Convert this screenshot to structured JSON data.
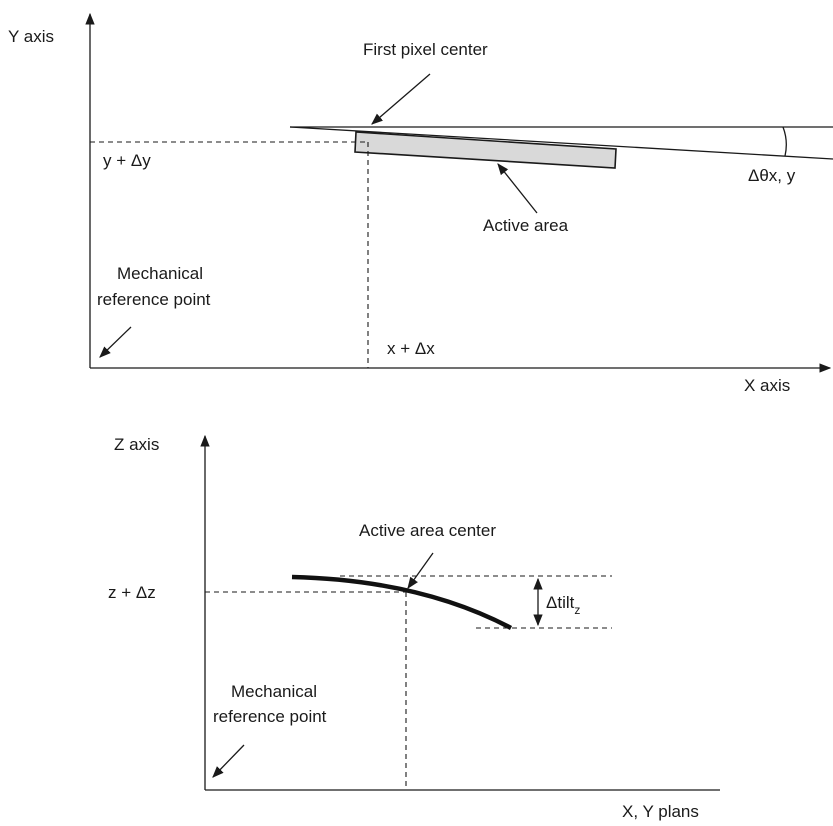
{
  "top_diagram": {
    "y_axis_label": "Y axis",
    "x_axis_label": "X axis",
    "first_pixel_label": "First pixel center",
    "y_offset_label": "y + Δy",
    "angle_label": "Δθx, y",
    "active_area_label": "Active area",
    "mech_ref_line1": "Mechanical",
    "mech_ref_line2": "reference point",
    "x_offset_label": "x + Δx",
    "active_area_fill": "#d9d9d9"
  },
  "bottom_diagram": {
    "z_axis_label": "Z axis",
    "xy_label": "X, Y plans",
    "active_center_label": "Active area center",
    "z_offset_label": "z + Δz",
    "tilt_label": "Δtilt",
    "tilt_subscript": "z",
    "mech_ref_line1": "Mechanical",
    "mech_ref_line2": "reference point"
  }
}
